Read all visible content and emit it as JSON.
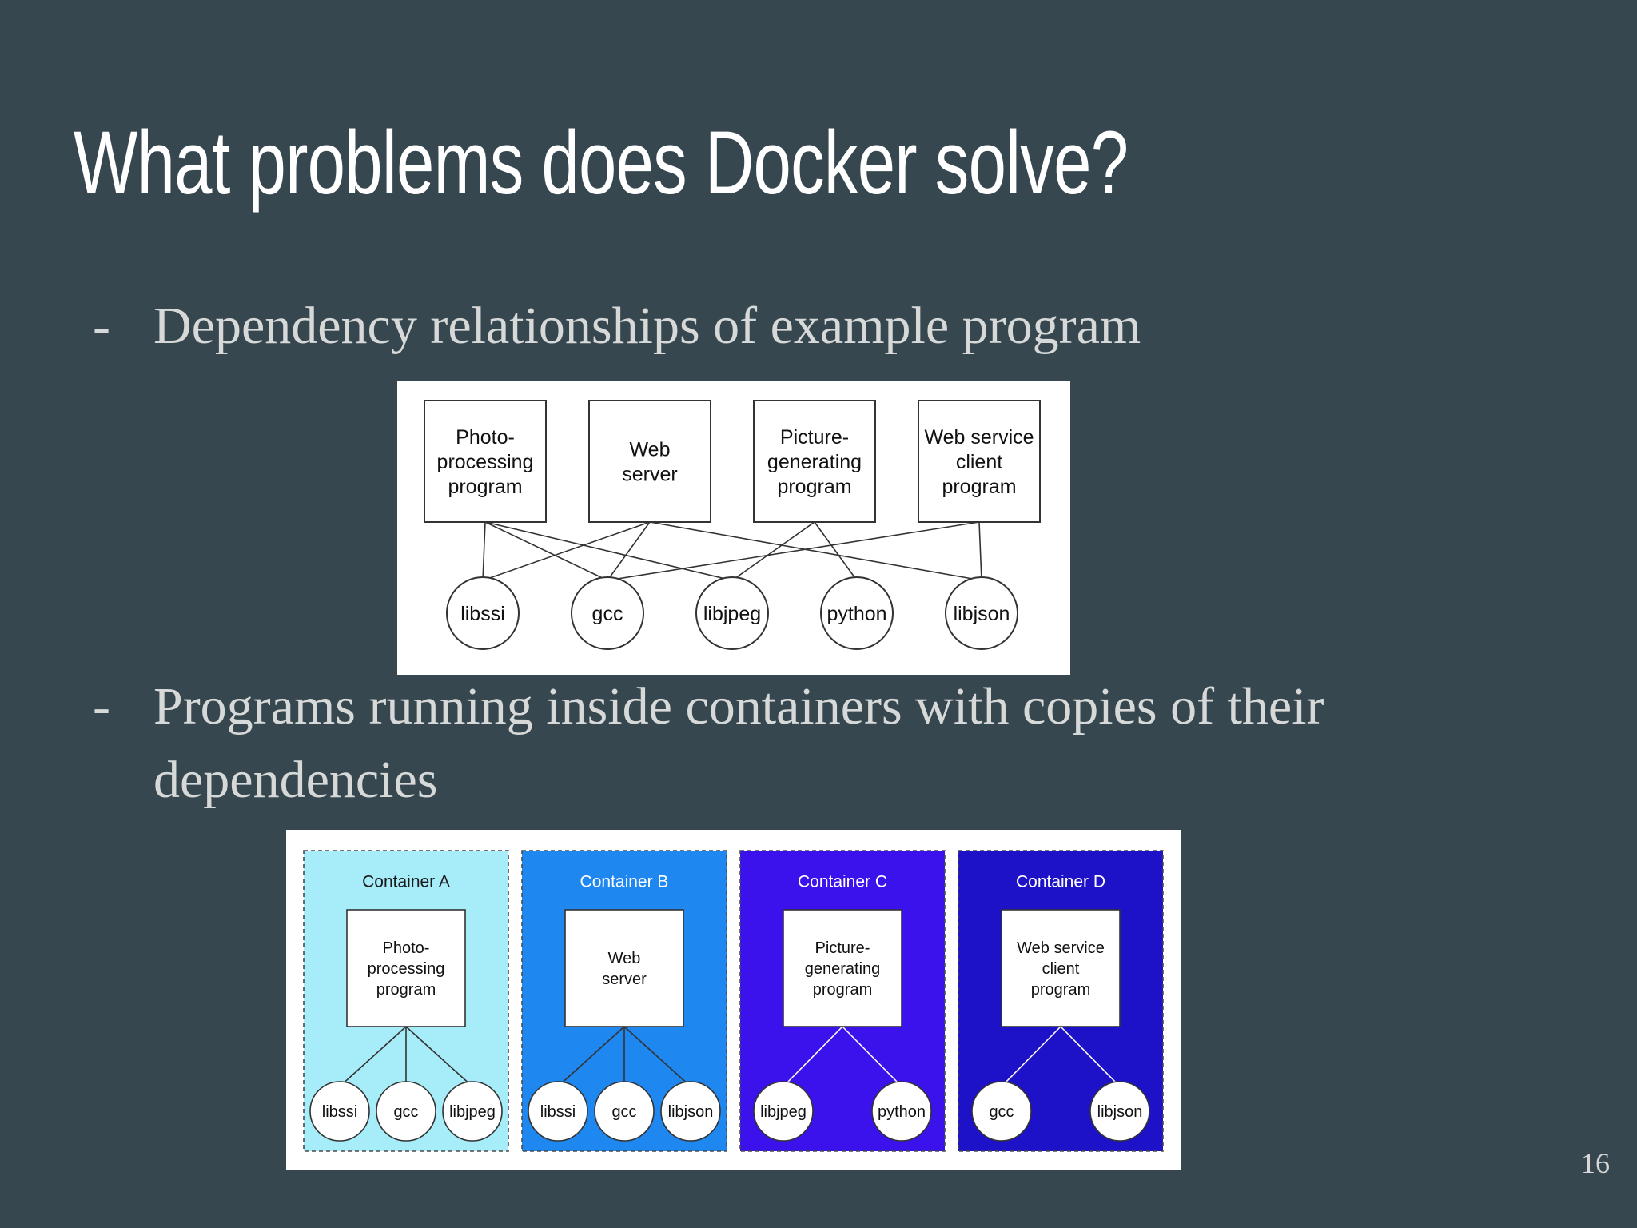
{
  "slide": {
    "title": "What problems does Docker solve?",
    "page_number": "16"
  },
  "bullets": [
    {
      "dash": "-",
      "text": "Dependency relationships of example program"
    },
    {
      "dash": "-",
      "lines": [
        "Programs running inside containers with copies of their",
        "dependencies"
      ]
    }
  ],
  "figure1": {
    "programs": [
      {
        "lines": [
          "Photo-",
          "processing",
          "program"
        ]
      },
      {
        "lines": [
          "Web",
          "server"
        ]
      },
      {
        "lines": [
          "Picture-",
          "generating",
          "program"
        ]
      },
      {
        "lines": [
          "Web service",
          "client",
          "program"
        ]
      }
    ],
    "libraries": [
      "libssi",
      "gcc",
      "libjpeg",
      "python",
      "libjson"
    ],
    "edges": [
      [
        0,
        0
      ],
      [
        0,
        1
      ],
      [
        0,
        2
      ],
      [
        1,
        0
      ],
      [
        1,
        1
      ],
      [
        1,
        4
      ],
      [
        2,
        2
      ],
      [
        2,
        3
      ],
      [
        3,
        1
      ],
      [
        3,
        4
      ]
    ]
  },
  "figure2": {
    "containers": [
      {
        "label": "Container A",
        "color": "#a7ecf9",
        "label_color": "#1a1a1a",
        "program": [
          "Photo-",
          "processing",
          "program"
        ],
        "libs": [
          "libssi",
          "gcc",
          "libjpeg"
        ]
      },
      {
        "label": "Container B",
        "color": "#1e87f0",
        "label_color": "#ffffff",
        "program": [
          "Web",
          "server"
        ],
        "libs": [
          "libssi",
          "gcc",
          "libjson"
        ]
      },
      {
        "label": "Container C",
        "color": "#3b12ec",
        "label_color": "#ffffff",
        "program": [
          "Picture-",
          "generating",
          "program"
        ],
        "libs": [
          "libjpeg",
          "python"
        ]
      },
      {
        "label": "Container D",
        "color": "#1e12c8",
        "label_color": "#ffffff",
        "program": [
          "Web service",
          "client",
          "program"
        ],
        "libs": [
          "gcc",
          "libjson"
        ]
      }
    ]
  }
}
